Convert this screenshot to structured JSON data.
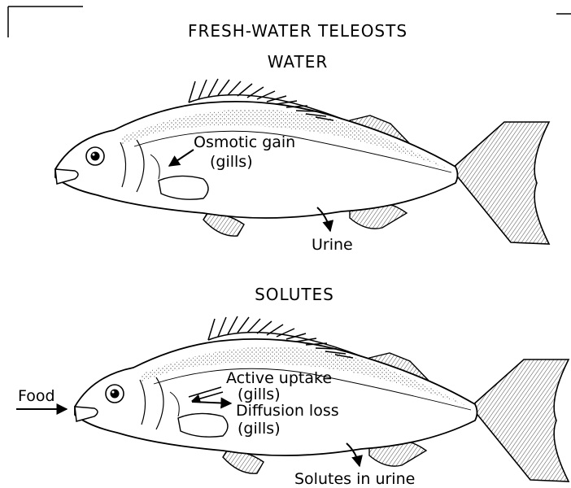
{
  "title": "FRESH-WATER TELEOSTS",
  "panels": {
    "water": {
      "heading": "WATER",
      "labels": {
        "osmotic_gain_line1": "Osmotic gain",
        "osmotic_gain_line2": "(gills)",
        "urine": "Urine"
      }
    },
    "solutes": {
      "heading": "SOLUTES",
      "labels": {
        "food": "Food",
        "active_uptake_line1": "Active uptake",
        "active_uptake_line2": "(gills)",
        "diffusion_loss_line1": "Diffusion loss",
        "diffusion_loss_line2": "(gills)",
        "solutes_in_urine": "Solutes in urine"
      }
    }
  },
  "colors": {
    "ink": "#000000",
    "background": "#ffffff"
  }
}
